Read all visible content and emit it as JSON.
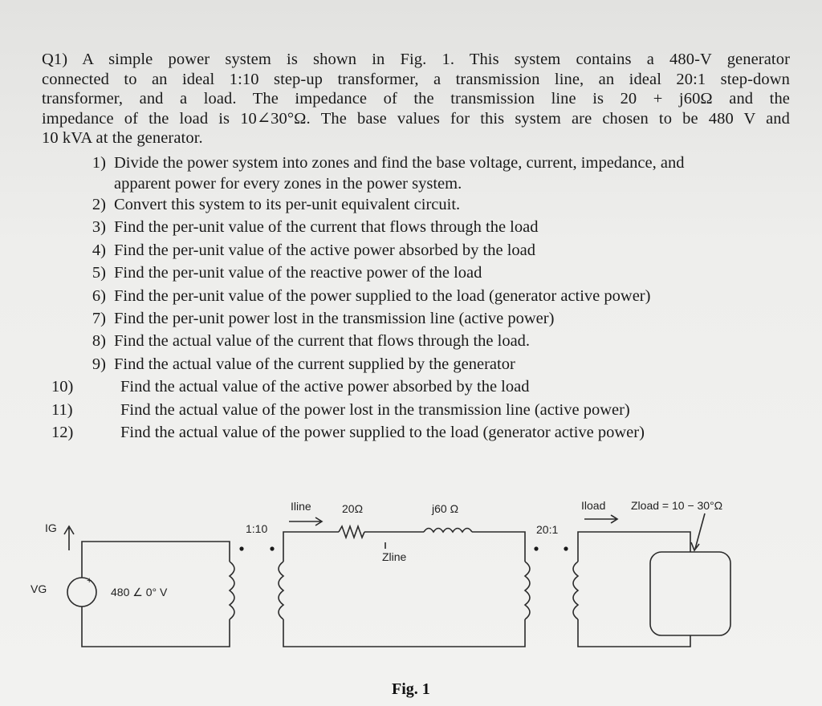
{
  "question": {
    "tag": "Q1)",
    "intro_lines": [
      "A simple power system is shown in Fig. 1. This system contains a 480-V generator",
      "connected to an ideal 1:10 step-up transformer, a transmission line, an ideal 20:1 step-down",
      "transformer, and a load. The impedance of the transmission line is 20 + j60Ω and the",
      "impedance of the load is 10∠30°Ω. The base values for this system are chosen to be 480 V and",
      "10 kVA at the generator."
    ],
    "items": [
      {
        "num": "1)",
        "text": "Divide the power system into zones and find the base voltage, current, impedance, and",
        "cont": "apparent power for every zones in the power system."
      },
      {
        "num": "2)",
        "text": "Convert this system to its per-unit equivalent circuit."
      },
      {
        "num": "3)",
        "text": "Find the per-unit value of the current that flows through the load"
      },
      {
        "num": "4)",
        "text": "Find the per-unit value of the active power absorbed by the load"
      },
      {
        "num": "5)",
        "text": "Find the per-unit value of the reactive power of the load"
      },
      {
        "num": "6)",
        "text": "Find the per-unit value of the power supplied to the load (generator active power)"
      },
      {
        "num": "7)",
        "text": "Find the per-unit power lost in the transmission line (active power)"
      },
      {
        "num": "8)",
        "text": "Find the actual value of the current that flows through the load."
      },
      {
        "num": "9)",
        "text": "Find the actual value of the current supplied by the generator"
      },
      {
        "num": "10)",
        "text": "Find the actual value of the active power absorbed by the load"
      },
      {
        "num": "11)",
        "text": "Find the actual value of the power lost in the transmission line (active power)"
      },
      {
        "num": "12)",
        "text": "Find the actual value of the power supplied to the load (generator active power)"
      }
    ]
  },
  "figure": {
    "labels": {
      "ig": "IG",
      "vg": "VG",
      "source_value": "480 ∠ 0° V",
      "source_plus": "+",
      "step_up_ratio": "1:10",
      "i_line": "Iline",
      "r_line": "20Ω",
      "x_line": "j60 Ω",
      "z_line": "Zline",
      "step_down_ratio": "20:1",
      "i_load": "Iload",
      "z_load": "Zload = 10 − 30°Ω"
    },
    "caption": "Fig. 1"
  }
}
